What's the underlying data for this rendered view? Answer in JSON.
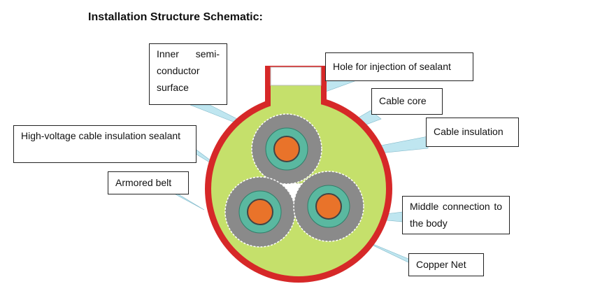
{
  "title": "Installation Structure Schematic:",
  "labels": {
    "inner_semiconductor": "Inner semi-conductor surface",
    "hole_injection": "Hole for injection of sealant",
    "cable_core": "Cable core",
    "cable_insulation": "Cable insulation",
    "hv_insulation_sealant": "High-voltage cable insulation sealant",
    "armored_belt": "Armored belt",
    "middle_connection": "Middle connection to the body",
    "copper_net": "Copper Net"
  },
  "colors": {
    "armor": "#d62828",
    "sealant": "#c5e06b",
    "cable_outer": "#8a8a8a",
    "insulation": "#5ab8a0",
    "core": "#e9732a",
    "pointer": "#bfe6f0"
  }
}
